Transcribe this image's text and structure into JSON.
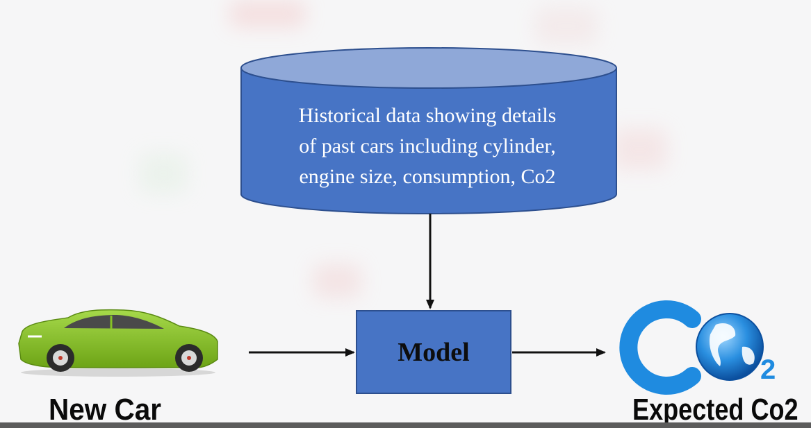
{
  "database": {
    "lines": [
      "Historical data showing details",
      "of past cars including cylinder,",
      "engine size, consumption, Co2"
    ]
  },
  "model": {
    "label": "Model"
  },
  "input": {
    "label": "New Car",
    "icon": "car-icon"
  },
  "output": {
    "label": "Expected Co2",
    "icon": "co2-globe-icon"
  },
  "colors": {
    "cylinder_fill": "#4774c5",
    "cylinder_top": "#8fa8d8",
    "model_fill": "#4774c5",
    "car_body": "#86c225",
    "co2_blue": "#1f8be0"
  }
}
